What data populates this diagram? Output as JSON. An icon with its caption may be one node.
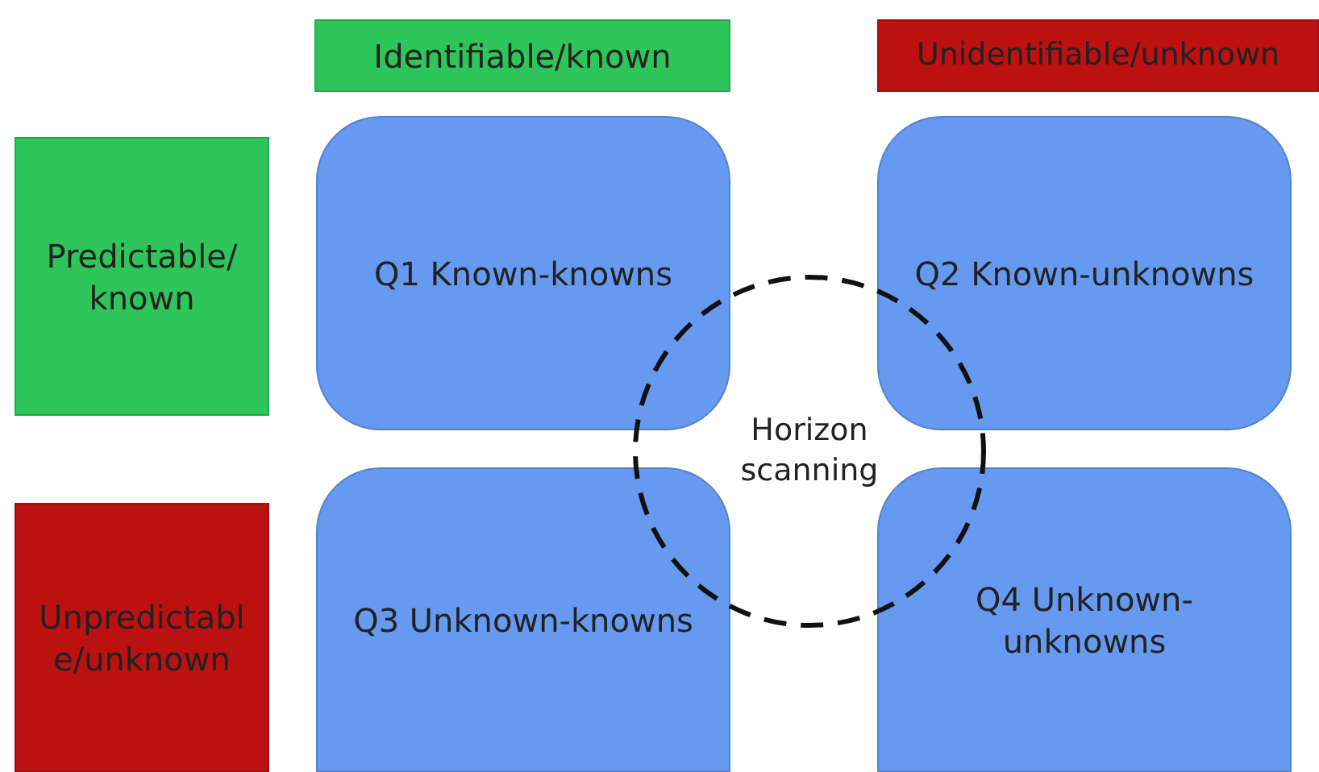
{
  "diagram": {
    "nodes": [
      {
        "text": [
          "Identifiable/known"
        ]
      },
      {
        "text": [
          "Unidentifiable/unknown"
        ]
      },
      {
        "text": [
          "Predictable/ known"
        ]
      },
      {
        "text": [
          "Q1 Known-knowns"
        ]
      },
      {
        "text": [
          "Q2 Known-unknowns"
        ]
      },
      {
        "text": [
          "Horizon scanning"
        ]
      },
      {
        "text": [
          "Unpredictable/unknown"
        ]
      },
      {
        "text": [
          "Q3 Unknown-knowns"
        ]
      },
      {
        "text": [
          "Q4 Unknown- unknowns"
        ]
      }
    ]
  }
}
